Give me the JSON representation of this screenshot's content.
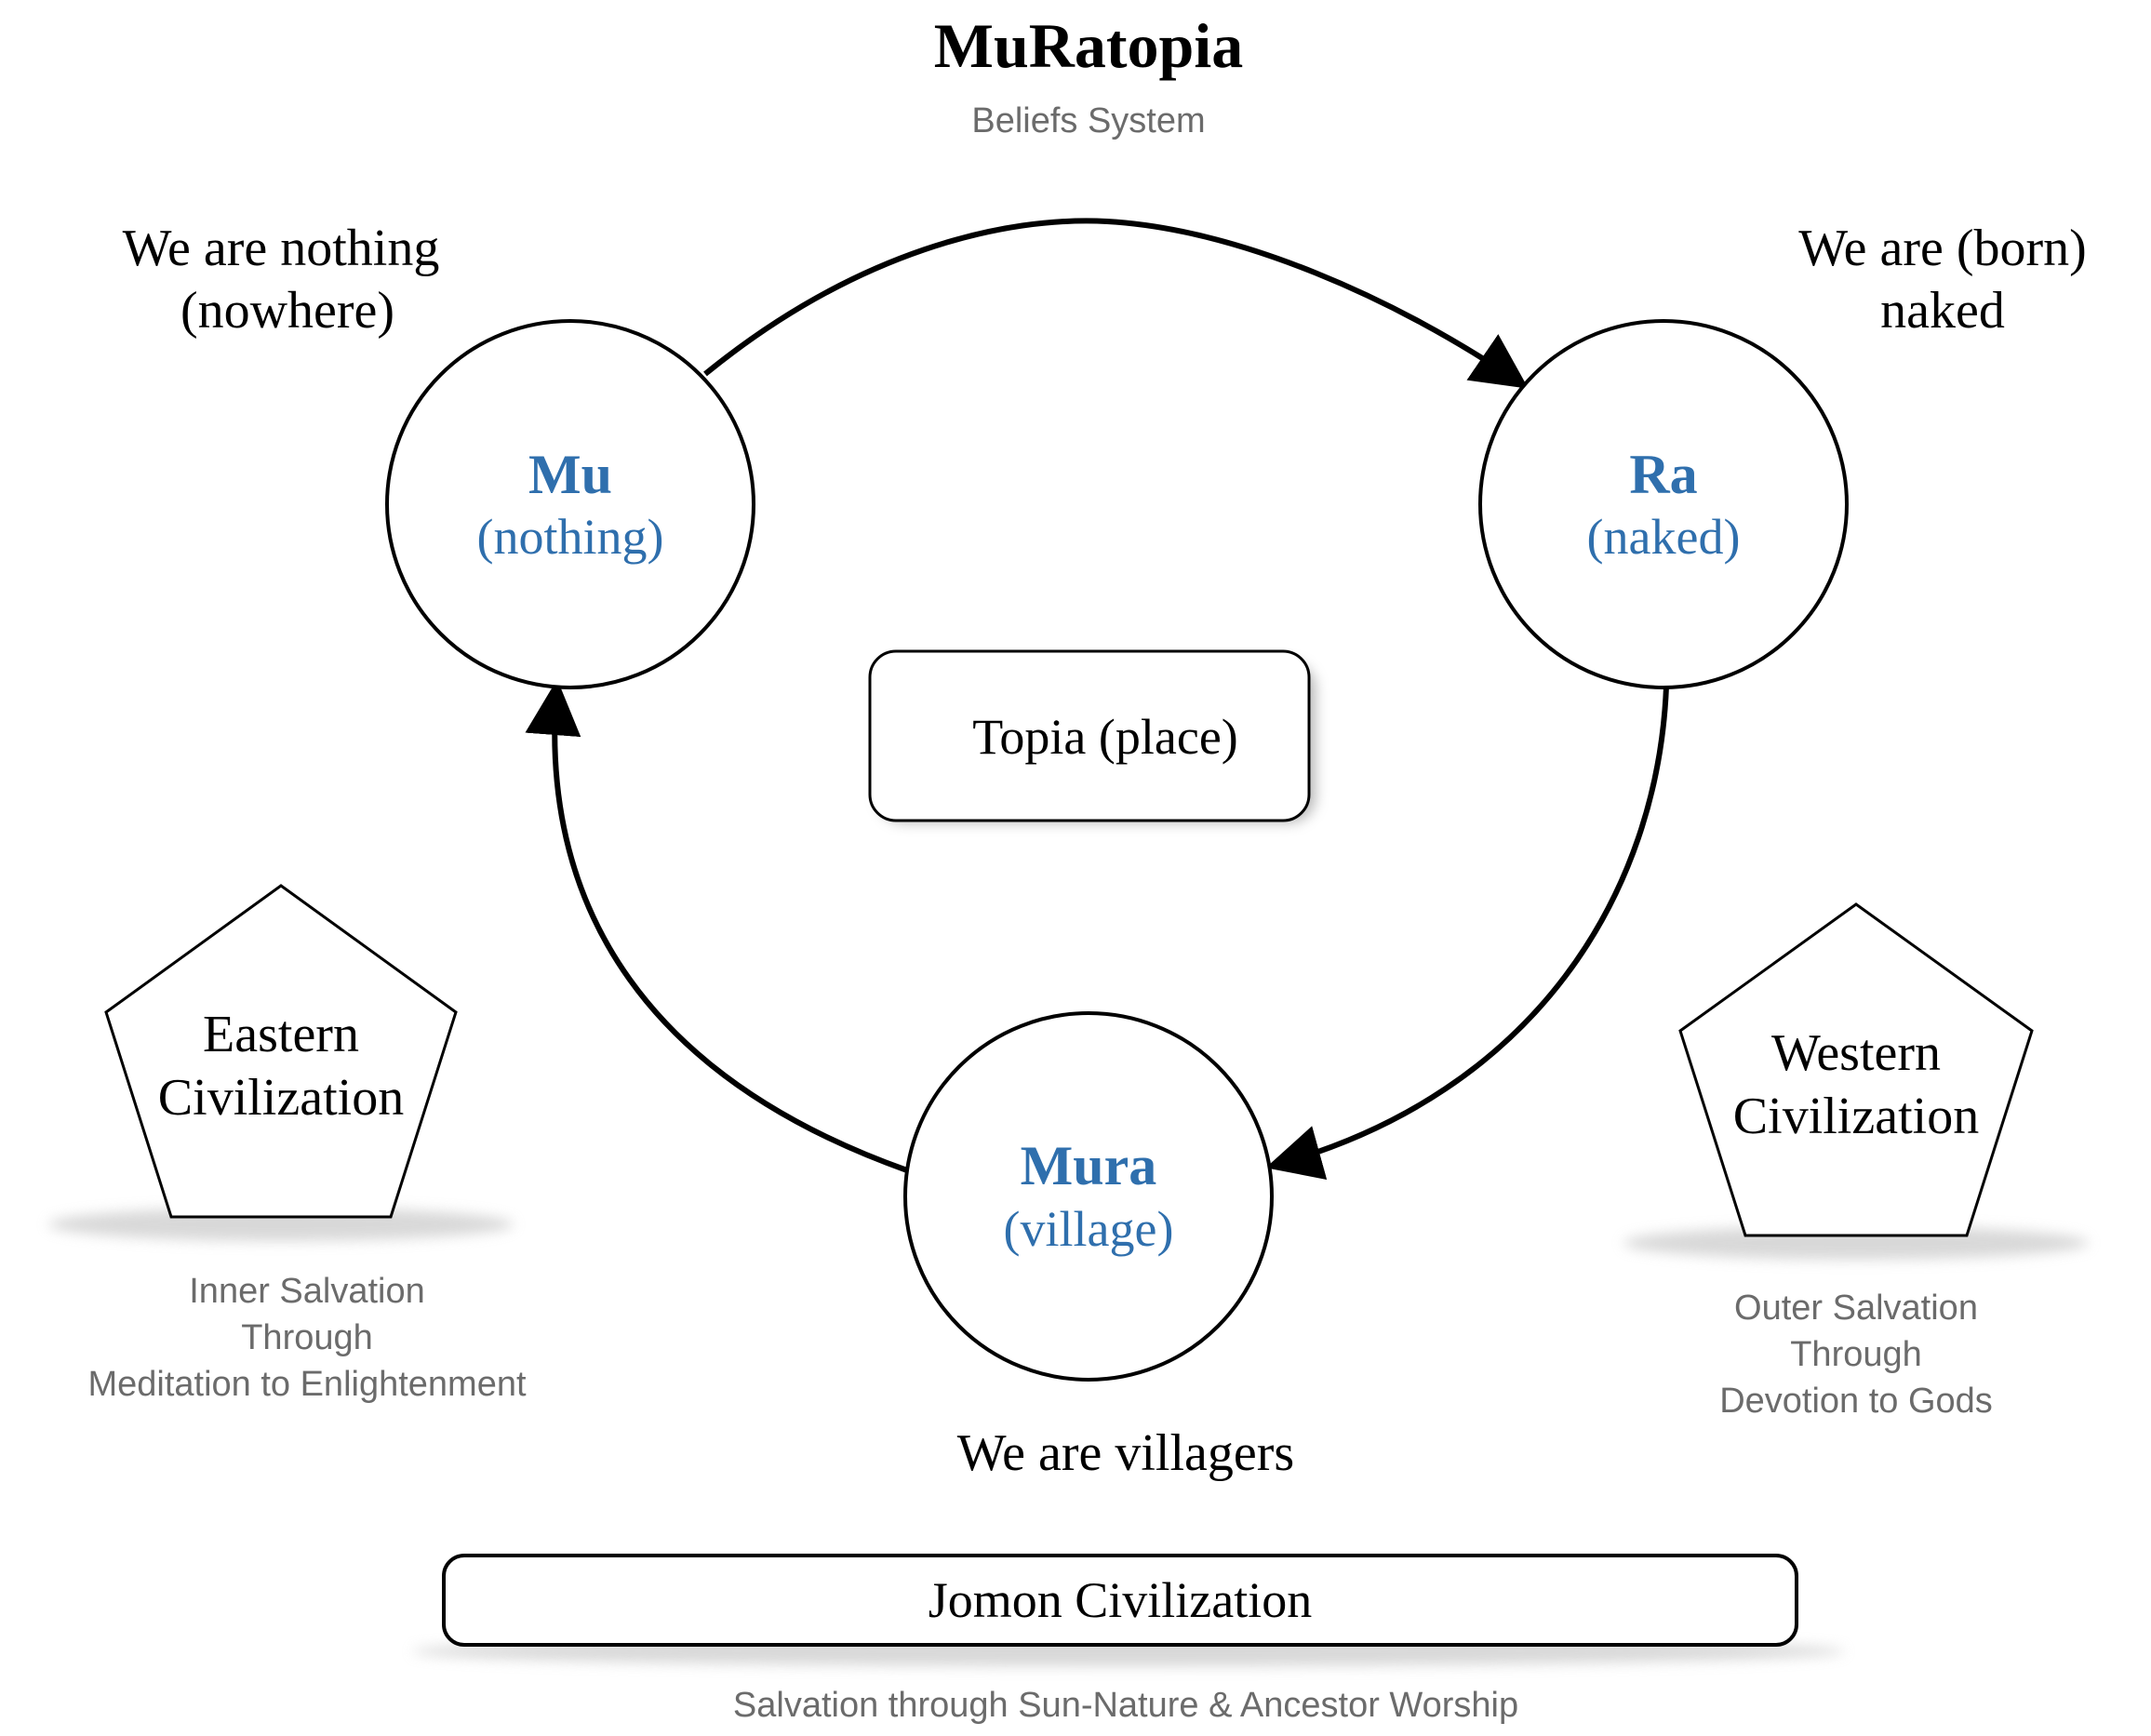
{
  "title": "MuRatopia",
  "subtitle": "Beliefs System",
  "colors": {
    "node_text": "#2f6fad",
    "note_text": "#6b6b6b",
    "line": "#000000"
  },
  "nodes": {
    "mu": {
      "name": "Mu",
      "meaning": "(nothing)",
      "caption_lines": [
        "We are nothing",
        "(nowhere)"
      ]
    },
    "ra": {
      "name": "Ra",
      "meaning": "(naked)",
      "caption_lines": [
        "We are (born)",
        "naked"
      ]
    },
    "mura": {
      "name": "Mura",
      "meaning": "(village)",
      "caption_lines": [
        "We are villagers"
      ]
    }
  },
  "center_box": {
    "label": "Topia (place)"
  },
  "eastern": {
    "label_lines": [
      "Eastern",
      "Civilization"
    ],
    "note_lines": [
      "Inner Salvation",
      "Through",
      "Meditation to Enlightenment"
    ]
  },
  "western": {
    "label_lines": [
      "Western",
      "Civilization"
    ],
    "note_lines": [
      "Outer Salvation",
      "Through",
      "Devotion to Gods"
    ]
  },
  "jomon": {
    "label": "Jomon Civilization",
    "note": "Salvation through Sun-Nature & Ancestor Worship"
  },
  "cycle": [
    "Mu → Ra",
    "Ra → Mura",
    "Mura → Mu"
  ]
}
